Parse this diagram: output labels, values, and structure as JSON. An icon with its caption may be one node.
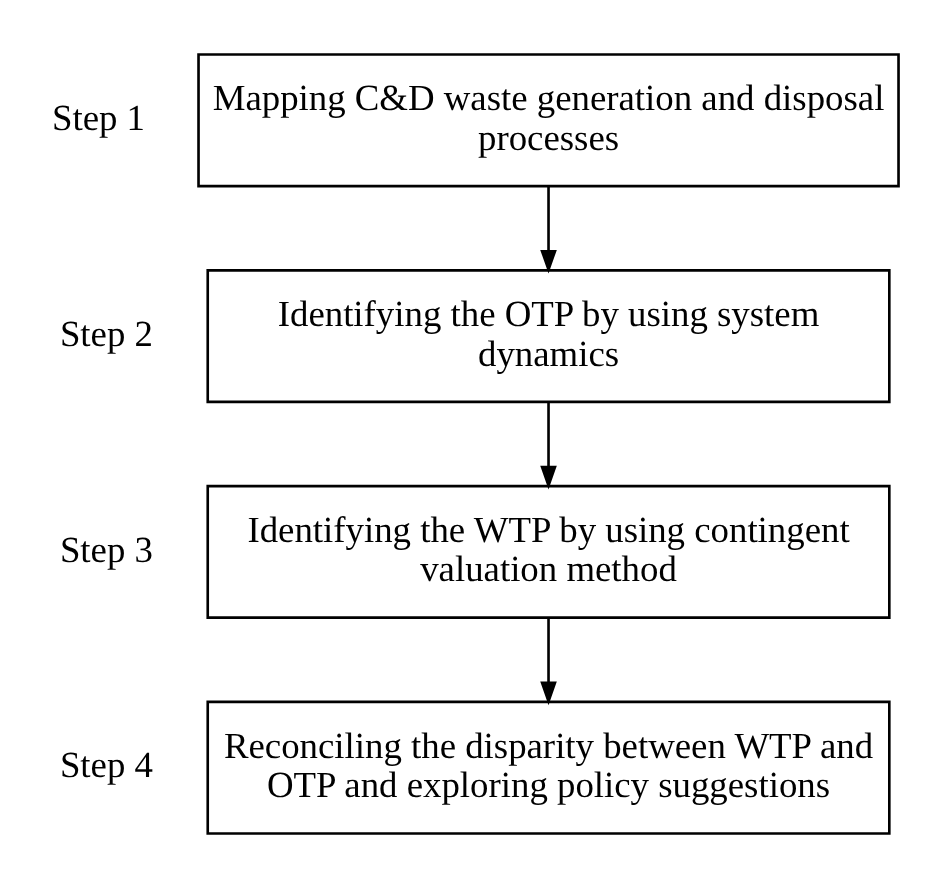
{
  "diagram": {
    "nodes": [
      {
        "text": [
          "Mapping C&D waste generation and disposal processes"
        ],
        "beside": [
          "Step 1"
        ]
      },
      {
        "text": [
          "Identifying the OTP by using system dynamics"
        ],
        "beside": [
          "Step 2"
        ]
      },
      {
        "text": [
          "Identifying the WTP by using contingent valuation method"
        ],
        "beside": [
          "Step 3"
        ]
      },
      {
        "text": [
          "Reconciling the disparity between WTP and OTP and exploring policy suggestions"
        ],
        "beside": [
          "Step 4"
        ]
      }
    ],
    "edges": [
      {
        "from": 0,
        "to": 1,
        "arrow": "to"
      },
      {
        "from": 1,
        "to": 2,
        "arrow": "to"
      },
      {
        "from": 2,
        "to": 3,
        "arrow": "to"
      }
    ]
  }
}
